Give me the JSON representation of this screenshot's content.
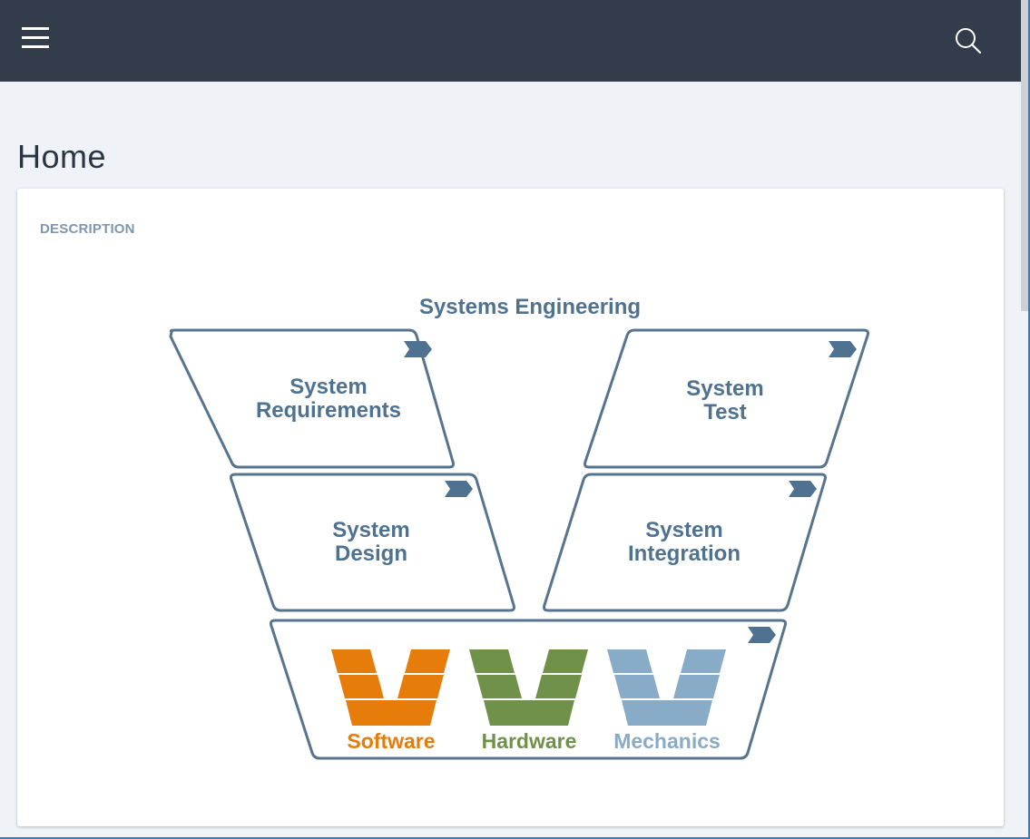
{
  "header": {
    "menu_icon": "hamburger-menu-icon",
    "search_icon": "search-icon",
    "background_color": "#323c4a"
  },
  "page": {
    "title": "Home"
  },
  "card": {
    "section_label": "DESCRIPTION",
    "diagram": {
      "title": "Systems Engineering",
      "stroke_color": "#56748e",
      "boxes": [
        {
          "id": "system-requirements",
          "line1": "System",
          "line2": "Requirements",
          "icon": "chevron-tag-icon"
        },
        {
          "id": "system-test",
          "line1": "System",
          "line2": "Test",
          "icon": "chevron-tag-icon"
        },
        {
          "id": "system-design",
          "line1": "System",
          "line2": "Design",
          "icon": "chevron-tag-icon"
        },
        {
          "id": "system-integration",
          "line1": "System",
          "line2": "Integration",
          "icon": "chevron-tag-icon"
        }
      ],
      "domains": [
        {
          "label": "Software",
          "color": "#e67c0a"
        },
        {
          "label": "Hardware",
          "color": "#6f9149"
        },
        {
          "label": "Mechanics",
          "color": "#88abc8"
        }
      ]
    }
  }
}
